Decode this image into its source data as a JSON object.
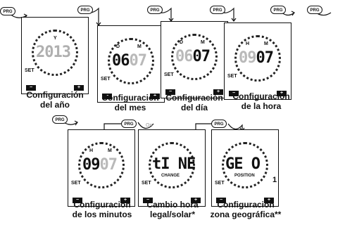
{
  "prg_label": "PRG",
  "screens": [
    {
      "top": "",
      "d": "",
      "m": "",
      "digits": "2013",
      "dim_digits": "",
      "small": "",
      "set": "SET",
      "minus": "−",
      "plus": "+",
      "caption": "Configuración\ndel año"
    },
    {
      "top": "",
      "d": "D",
      "m": "M",
      "digits": "06",
      "dim_digits": "07",
      "small": "",
      "set": "SET",
      "minus": "−",
      "plus": "+",
      "caption": "Configuración\ndel mes"
    },
    {
      "top": "",
      "d": "D",
      "m": "M",
      "digits": "06",
      "dim_digits": "07",
      "small": "",
      "set": "SET",
      "minus": "−",
      "plus": "+",
      "caption": "Configuración\ndel día"
    },
    {
      "top": "",
      "d": "H",
      "m": "M",
      "digits": "09",
      "dim_digits": "07",
      "small": "",
      "set": "SET",
      "minus": "−",
      "plus": "+",
      "caption": "Configuración\nde la hora"
    },
    {
      "top": "",
      "d": "H",
      "m": "M",
      "digits": "09",
      "dim_digits": "07",
      "small": "",
      "set": "SET",
      "minus": "−",
      "plus": "+",
      "caption": "Configuración\nde los minutos"
    },
    {
      "top": "On",
      "d": "",
      "m": "",
      "digits": "tI NE",
      "dim_digits": "",
      "small": "CHANGE",
      "set": "SET",
      "minus": "−",
      "plus": "+",
      "caption": "Cambio hora\nlegal/solar*"
    },
    {
      "top": "",
      "d": "",
      "m": "",
      "digits": "GE O",
      "dim_digits": "",
      "small": "POSITION",
      "set": "SET",
      "minus": "−",
      "plus": "+",
      "caption": "Configuración\nzona geográfica**"
    }
  ]
}
